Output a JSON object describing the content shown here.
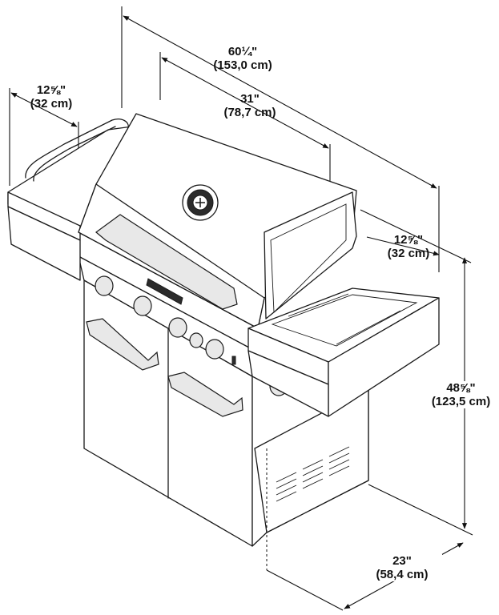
{
  "dimensions": {
    "overall_width": {
      "imperial": "60¼\"",
      "metric": "(153,0 cm)"
    },
    "lid_width": {
      "imperial": "31\"",
      "metric": "(78,7 cm)"
    },
    "left_shelf": {
      "imperial": "12⅝\"",
      "metric": "(32 cm)"
    },
    "right_shelf": {
      "imperial": "12⅝\"",
      "metric": "(32 cm)"
    },
    "height": {
      "imperial": "48⅝\"",
      "metric": "(123,5 cm)"
    },
    "depth": {
      "imperial": "23\"",
      "metric": "(58,4 cm)"
    }
  },
  "colors": {
    "line": "#1a1a1a",
    "background": "#ffffff",
    "shade": "#e8e8e8"
  },
  "icons": {
    "thermometer": "temperature-gauge-icon",
    "logo_badge": "brand-badge-icon"
  }
}
